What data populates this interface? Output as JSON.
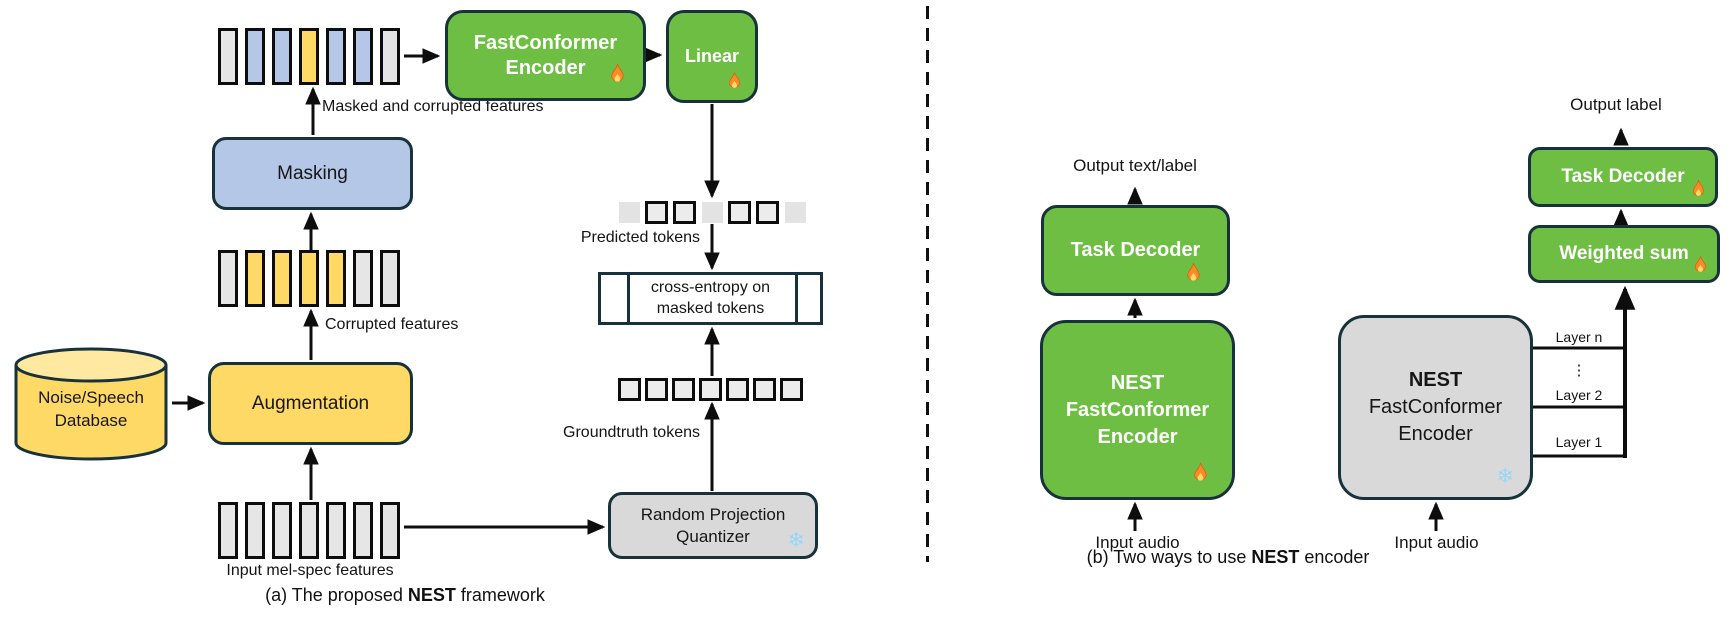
{
  "colors": {
    "green": "#6fbe44",
    "blue": "#b4c7e7",
    "yellow": "#ffd966",
    "gray_box": "#d9d9d9",
    "bar_gray": "#e7e6e6",
    "border_dark": "#17323b",
    "arrow": "#0d0d0d"
  },
  "icons": {
    "trainable": "flame-icon",
    "frozen": "snowflake-icon",
    "snowflake_char": "❄"
  },
  "left": {
    "masked_row": [
      "gray",
      "blue",
      "blue",
      "yellow",
      "blue",
      "blue",
      "gray"
    ],
    "masked_label": "Masked and corrupted features",
    "fastconformer": {
      "line1": "FastConformer",
      "line2": "Encoder"
    },
    "linear": "Linear",
    "masking": "Masking",
    "corrupted_row": [
      "gray",
      "yellow",
      "yellow",
      "yellow",
      "yellow",
      "gray",
      "gray"
    ],
    "corrupted_label": "Corrupted features",
    "database": {
      "line1": "Noise/Speech",
      "line2": "Database"
    },
    "augmentation": "Augmentation",
    "input_row": [
      "gray",
      "gray",
      "gray",
      "gray",
      "gray",
      "gray",
      "gray"
    ],
    "input_label": "Input mel-spec features",
    "rpq": {
      "line1": "Random Projection",
      "line2": "Quantizer"
    },
    "predicted_row": [
      "plain",
      "boxed",
      "boxed",
      "plain",
      "boxed",
      "boxed",
      "plain"
    ],
    "predicted_label": "Predicted tokens",
    "cross_entropy": {
      "line1": "cross-entropy on",
      "line2": "masked tokens"
    },
    "groundtruth_row": [
      "boxed",
      "boxed",
      "boxed",
      "boxed",
      "boxed",
      "boxed",
      "boxed"
    ],
    "groundtruth_label": "Groundtruth tokens",
    "caption": {
      "prefix": "(a) The proposed ",
      "bold": "NEST",
      "suffix": " framework"
    }
  },
  "right": {
    "way1": {
      "output_label": "Output text/label",
      "task_decoder": "Task Decoder",
      "encoder": {
        "line1": "NEST",
        "line2": "FastConformer",
        "line3": "Encoder"
      },
      "input_label": "Input audio"
    },
    "way2": {
      "output_label": "Output label",
      "task_decoder": "Task Decoder",
      "weighted_sum": "Weighted sum",
      "encoder": {
        "line1": "NEST",
        "line2": "FastConformer",
        "line3": "Encoder"
      },
      "layers": [
        "Layer n",
        "⋮",
        "Layer 2",
        "Layer 1"
      ],
      "input_label": "Input audio"
    },
    "caption": {
      "prefix": "(b) Two ways to use ",
      "bold": "NEST",
      "suffix": " encoder"
    }
  }
}
